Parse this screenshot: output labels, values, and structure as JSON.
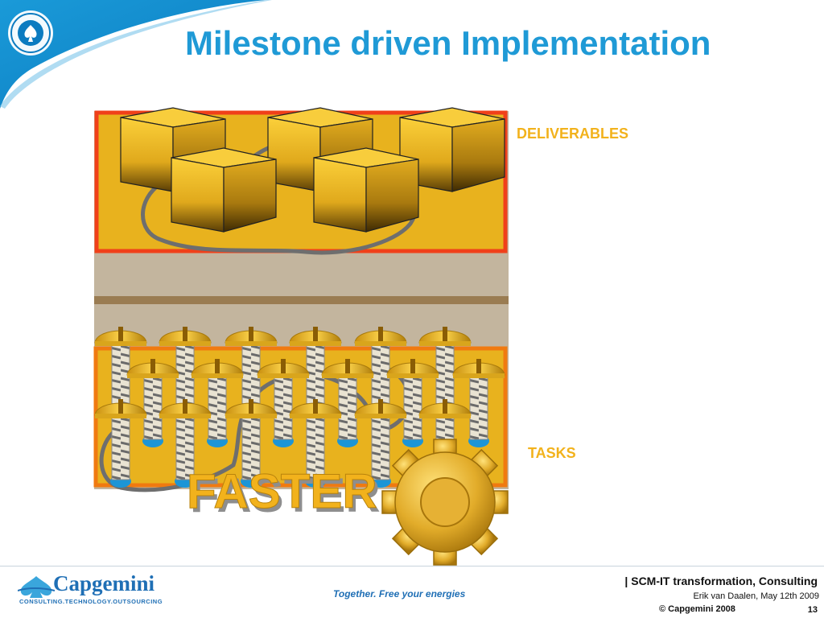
{
  "slide": {
    "title": "Milestone driven Implementation",
    "labels": {
      "deliverables": "DELIVERABLES",
      "tasks": "TASKS",
      "faster": "FASTER"
    }
  },
  "footer": {
    "brand": "Capgemini",
    "brand_sub": "CONSULTING.TECHNOLOGY.OUTSOURCING",
    "tagline": "Together. Free your energies",
    "project_sep": "| ",
    "project": "SCM-IT transformation, Consulting",
    "author": "Erik van Daalen, May 12th 2009",
    "copyright": "© Capgemini 2008",
    "page": "13"
  },
  "colors": {
    "title": "#1f9ad6",
    "accent_label": "#f2b21c",
    "box_gold": "#e8b21e",
    "frame_red": "#f0401a",
    "frame_orange": "#f07a10",
    "tagline": "#1f6fb5"
  },
  "icons": [
    "seal-icon",
    "gear-icon",
    "spade-logo-icon",
    "screw-icon",
    "box-icon"
  ]
}
